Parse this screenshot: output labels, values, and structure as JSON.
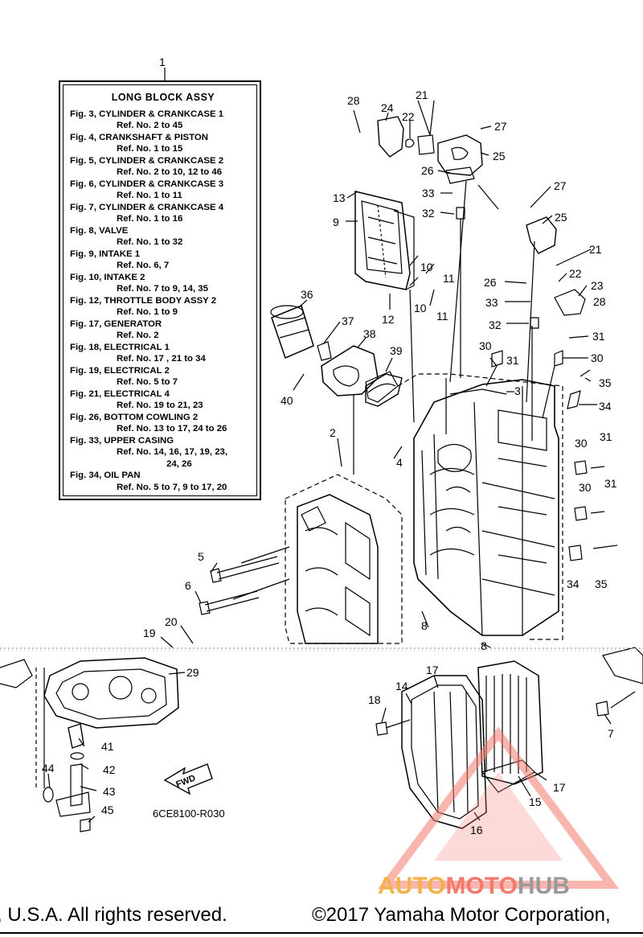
{
  "legend": {
    "title": "LONG  BLOCK ASSY",
    "entries": [
      {
        "fig": "Fig. 3, CYLINDER & CRANKCASE 1",
        "ref": "Ref. No. 2 to 45"
      },
      {
        "fig": "Fig. 4, CRANKSHAFT & PISTON",
        "ref": "Ref. No. 1 to 15"
      },
      {
        "fig": "Fig. 5, CYLINDER & CRANKCASE 2",
        "ref": "Ref. No. 2 to 10, 12 to 46"
      },
      {
        "fig": "Fig. 6, CYLINDER & CRANKCASE 3",
        "ref": "Ref. No. 1 to 11"
      },
      {
        "fig": "Fig. 7, CYLINDER & CRANKCASE 4",
        "ref": "Ref. No. 1 to 16"
      },
      {
        "fig": "Fig. 8, VALVE",
        "ref": "Ref. No. 1 to 32"
      },
      {
        "fig": "Fig. 9, INTAKE 1",
        "ref": "Ref. No. 6, 7"
      },
      {
        "fig": "Fig. 10, INTAKE 2",
        "ref": "Ref. No. 7 to 9, 14, 35"
      },
      {
        "fig": "Fig. 12, THROTTLE BODY ASSY 2",
        "ref": "Ref. No. 1 to 9"
      },
      {
        "fig": "Fig. 17, GENERATOR",
        "ref": "Ref. No. 2"
      },
      {
        "fig": "Fig. 18, ELECTRICAL 1",
        "ref": "Ref. No. 17 , 21 to 34"
      },
      {
        "fig": "Fig. 19, ELECTRICAL 2",
        "ref": "Ref. No. 5 to 7"
      },
      {
        "fig": "Fig. 21, ELECTRICAL 4",
        "ref": "Ref. No. 19 to 21, 23"
      },
      {
        "fig": "Fig. 26, BOTTOM COWLING 2",
        "ref": "Ref. No. 13 to 17, 24 to 26"
      },
      {
        "fig": "Fig. 33, UPPER CASING",
        "ref": "Ref. No. 14, 16, 17, 19, 23,",
        "ref_cont": "24, 26"
      },
      {
        "fig": "Fig. 34, OIL PAN",
        "ref": "Ref. No. 5 to 7, 9 to 17, 20"
      }
    ]
  },
  "callouts": [
    "1",
    "2",
    "3",
    "4",
    "5",
    "6",
    "7",
    "8",
    "9",
    "10",
    "11",
    "12",
    "13",
    "14",
    "15",
    "16",
    "17",
    "18",
    "19",
    "20",
    "21",
    "22",
    "23",
    "24",
    "25",
    "26",
    "27",
    "28",
    "29",
    "30",
    "31",
    "32",
    "33",
    "34",
    "35",
    "36",
    "37",
    "38",
    "39",
    "40",
    "41",
    "42",
    "43",
    "44",
    "45"
  ],
  "diagram_code": "6CE8100-R030",
  "fwd_label": "FWD",
  "watermark": {
    "part1": "AUTO",
    "part2": "MOTO",
    "part3": "HUB"
  },
  "copyright_left": ", U.S.A. All rights reserved.",
  "copyright_right": "©2017 Yamaha Motor Corporation,",
  "colors": {
    "ink": "#000000",
    "watermark_orange": "#f6b24a",
    "watermark_red": "#f37a6d",
    "watermark_gray": "#9a9a9a"
  }
}
